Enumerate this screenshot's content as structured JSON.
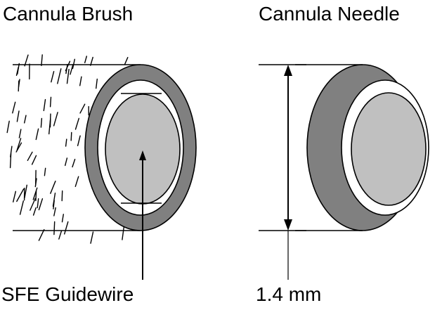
{
  "labels": {
    "cannula_brush": "Cannula Brush",
    "cannula_needle": "Cannula Needle",
    "sfe_guidewire": "SFE Guidewire",
    "dimension": "1.4 mm"
  },
  "colors": {
    "outer_ring": "#808080",
    "inner_core": "#c0c0c0",
    "lumen": "#ffffff",
    "line": "#000000"
  }
}
